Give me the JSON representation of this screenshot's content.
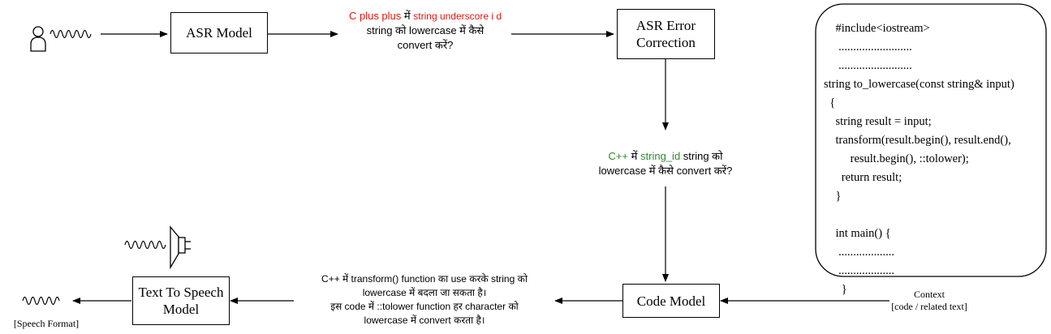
{
  "asr_model": {
    "label": "ASR Model"
  },
  "asr_output": {
    "part1": "C plus plus",
    "part2": " में ",
    "part3": "string underscore i d",
    "line2": "string को lowercase में कैसे",
    "line3": "convert करें?"
  },
  "asr_error_correction": {
    "line1": "ASR Error",
    "line2": "Correction"
  },
  "corrected": {
    "part1": "C++",
    "part2": " में ",
    "part3": "string_id",
    "part4": " string को",
    "line2": "lowercase में कैसे convert करें?"
  },
  "code_model": {
    "label": "Code Model"
  },
  "context_label": {
    "line1": "Context",
    "line2": "[code / related text]"
  },
  "code_answer": {
    "line1": "C++ में transform() function का use करके string को",
    "line2": "lowercase में बदला जा सकता है।",
    "line3": "इस code में ::tolower function हर character को",
    "line4": "lowercase में convert करता है।"
  },
  "tts_model": {
    "line1": "Text To Speech",
    "line2": "Model"
  },
  "speech_format": {
    "label": "[Speech Format]"
  },
  "context_code": {
    "lines": [
      "    #include<iostream>",
      "     .........................",
      "     .........................",
      "string to_lowercase(const string& input)",
      "  {",
      "    string result = input;",
      "    transform(result.begin(), result.end(),",
      "         result.begin(), ::tolower);",
      "      return result;",
      "    }",
      "",
      "    int main() {",
      "     ...................",
      "     ...................",
      "      }"
    ]
  },
  "colors": {
    "highlight_red": "#e8140c",
    "highlight_green": "#2e8b2e"
  }
}
